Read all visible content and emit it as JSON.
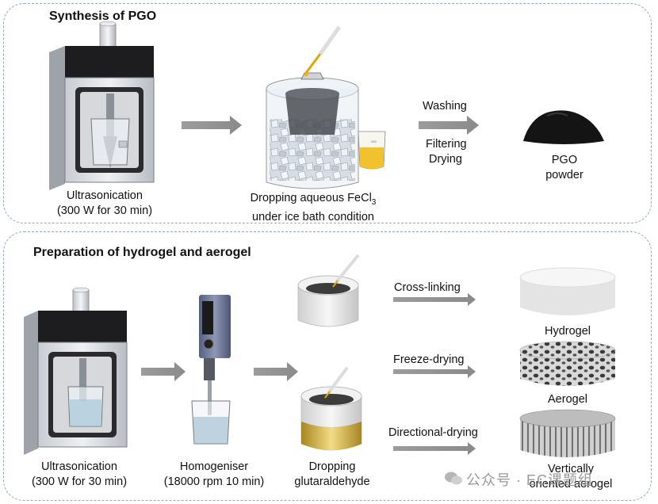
{
  "section1": {
    "title": "Synthesis of PGO",
    "ultrasonication_label": "Ultrasonication",
    "ultrasonication_params": "(300 W for 30 min)",
    "dropping_line1_prefix": "Dropping aqueous FeCl",
    "dropping_line1_sub": "3",
    "dropping_line2": "under ice bath condition",
    "step_washing": "Washing",
    "step_filtering": "Filtering",
    "step_drying": "Drying",
    "product_line1": "PGO",
    "product_line2": "powder"
  },
  "section2": {
    "title": "Preparation of hydrogel and aerogel",
    "ultrasonication_label": "Ultrasonication",
    "ultrasonication_params": "(300 W for 30 min)",
    "homogeniser_label": "Homogeniser",
    "homogeniser_params": "(18000 rpm 10 min)",
    "dropping_line1": "Dropping",
    "dropping_line2": "glutaraldehyde",
    "step_crosslinking": "Cross-linking",
    "step_freezedrying": "Freeze-drying",
    "step_directional": "Directional-drying",
    "hydrogel_label": "Hydrogel",
    "aerogel_label": "Aerogel",
    "vertical_line1": "Vertically",
    "vertical_line2": "oriented aerogel"
  },
  "watermark": {
    "text": "公众号 · EC课题组"
  }
}
